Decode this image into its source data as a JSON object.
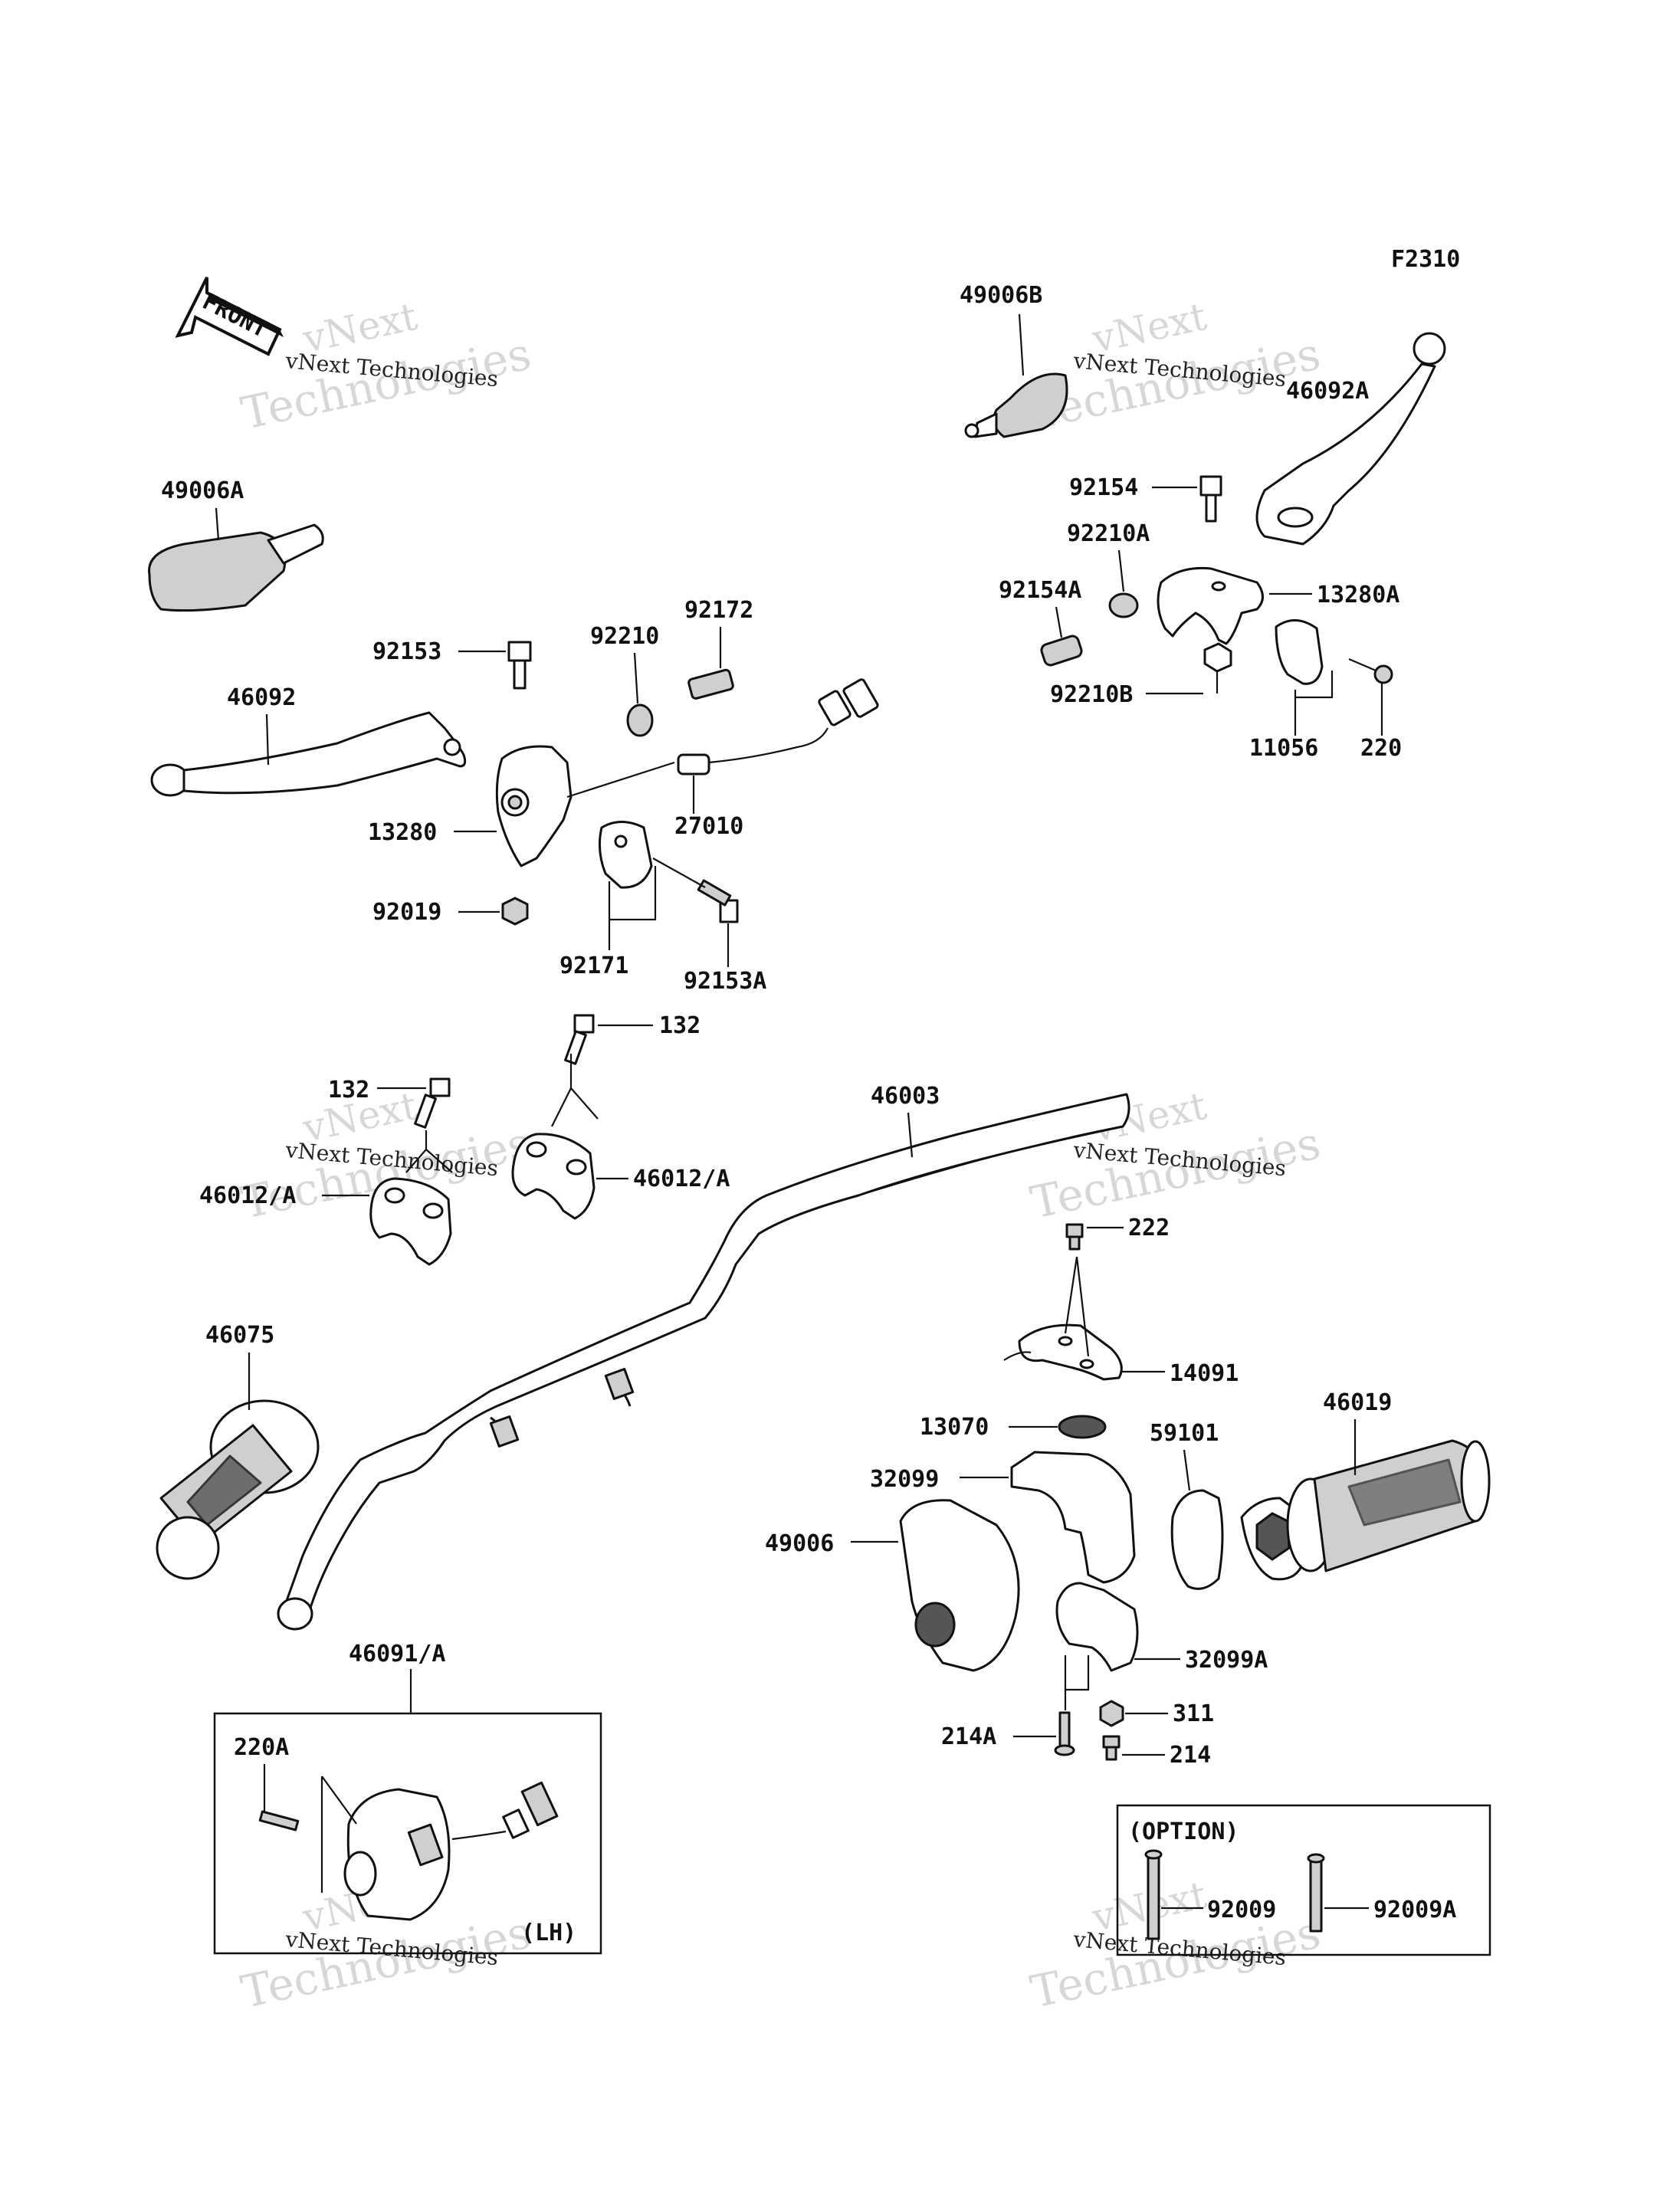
{
  "diagram_code": "F2310",
  "front_label": "FRONT",
  "watermark": {
    "line1": "vNext",
    "line2": "Technologies",
    "caption": "vNext Technologies"
  },
  "option_box_label": "(OPTION)",
  "lh_label": "(LH)",
  "part_labels": {
    "p49006B": "49006B",
    "p46092A": "46092A",
    "p92154": "92154",
    "p92210A": "92210A",
    "p92154A": "92154A",
    "p13280A": "13280A",
    "p92210B": "92210B",
    "p11056": "11056",
    "p220": "220",
    "p49006A": "49006A",
    "p92153": "92153",
    "p92210": "92210",
    "p92172": "92172",
    "p46092": "46092",
    "p13280": "13280",
    "p27010": "27010",
    "p92019": "92019",
    "p92171": "92171",
    "p92153A": "92153A",
    "p132a": "132",
    "p132b": "132",
    "p46012a": "46012/A",
    "p46012b": "46012/A",
    "p46003": "46003",
    "p222": "222",
    "p14091": "14091",
    "p46075": "46075",
    "p13070": "13070",
    "p59101": "59101",
    "p46019": "46019",
    "p32099": "32099",
    "p49006": "49006",
    "p32099A": "32099A",
    "p311": "311",
    "p214A": "214A",
    "p214": "214",
    "p46091": "46091/A",
    "p220A": "220A",
    "p92009": "92009",
    "p92009A": "92009A"
  }
}
